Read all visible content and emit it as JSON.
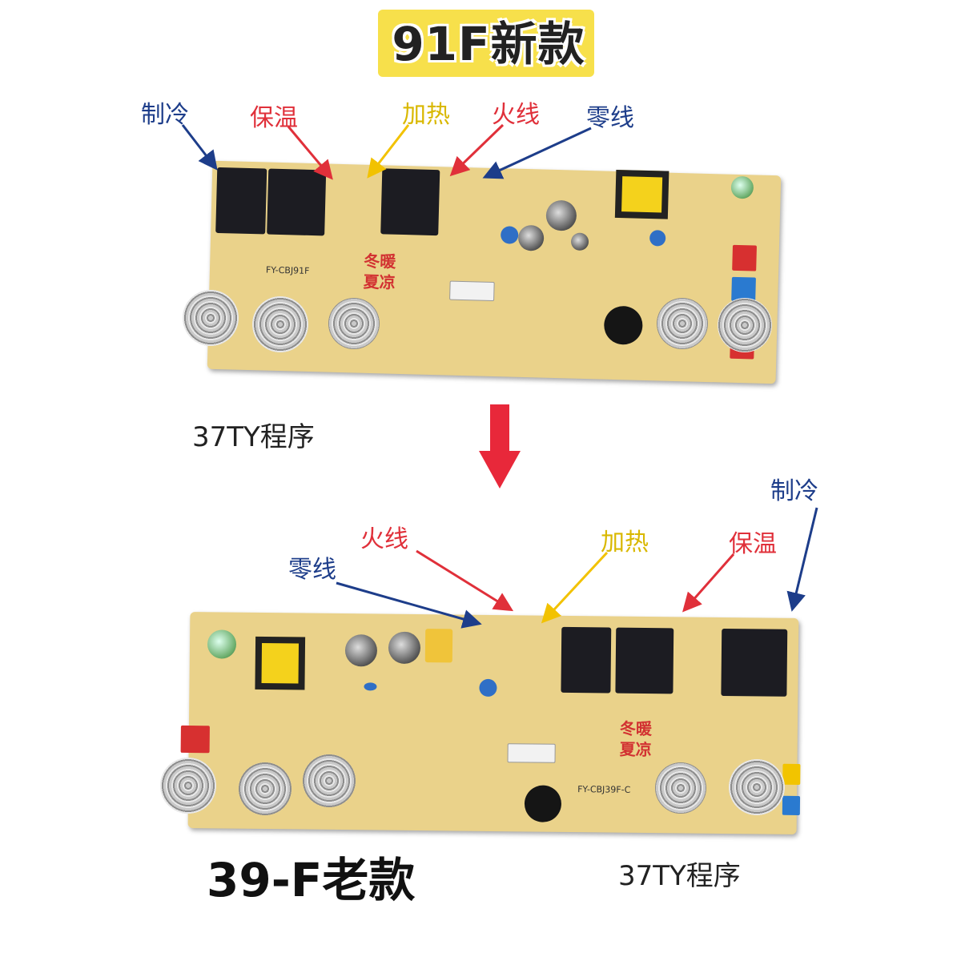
{
  "title": "91F新款",
  "top_labels": {
    "cooling": "制冷",
    "keep_warm": "保温",
    "heating": "加热",
    "live_wire": "火线",
    "neutral_wire": "零线"
  },
  "top_board_print": {
    "model": "FY-CBJ91F",
    "season": [
      "冬暖",
      "夏凉"
    ]
  },
  "top_program": "37TY程序",
  "bottom_labels": {
    "cooling": "制冷",
    "live_wire": "火线",
    "heating": "加热",
    "keep_warm": "保温",
    "neutral_wire": "零线"
  },
  "bottom_board_print": {
    "model": "FY-CBJ39F-C",
    "season": [
      "冬暖",
      "夏凉"
    ]
  },
  "bottom_title": "39-F老款",
  "bottom_program": "37TY程序",
  "colors": {
    "blue_label": "#1d3d8a",
    "red_label": "#e0303a",
    "yellow_label": "#d9b800",
    "title_badge": "#f7e04b",
    "pcb": "#ead28a"
  }
}
